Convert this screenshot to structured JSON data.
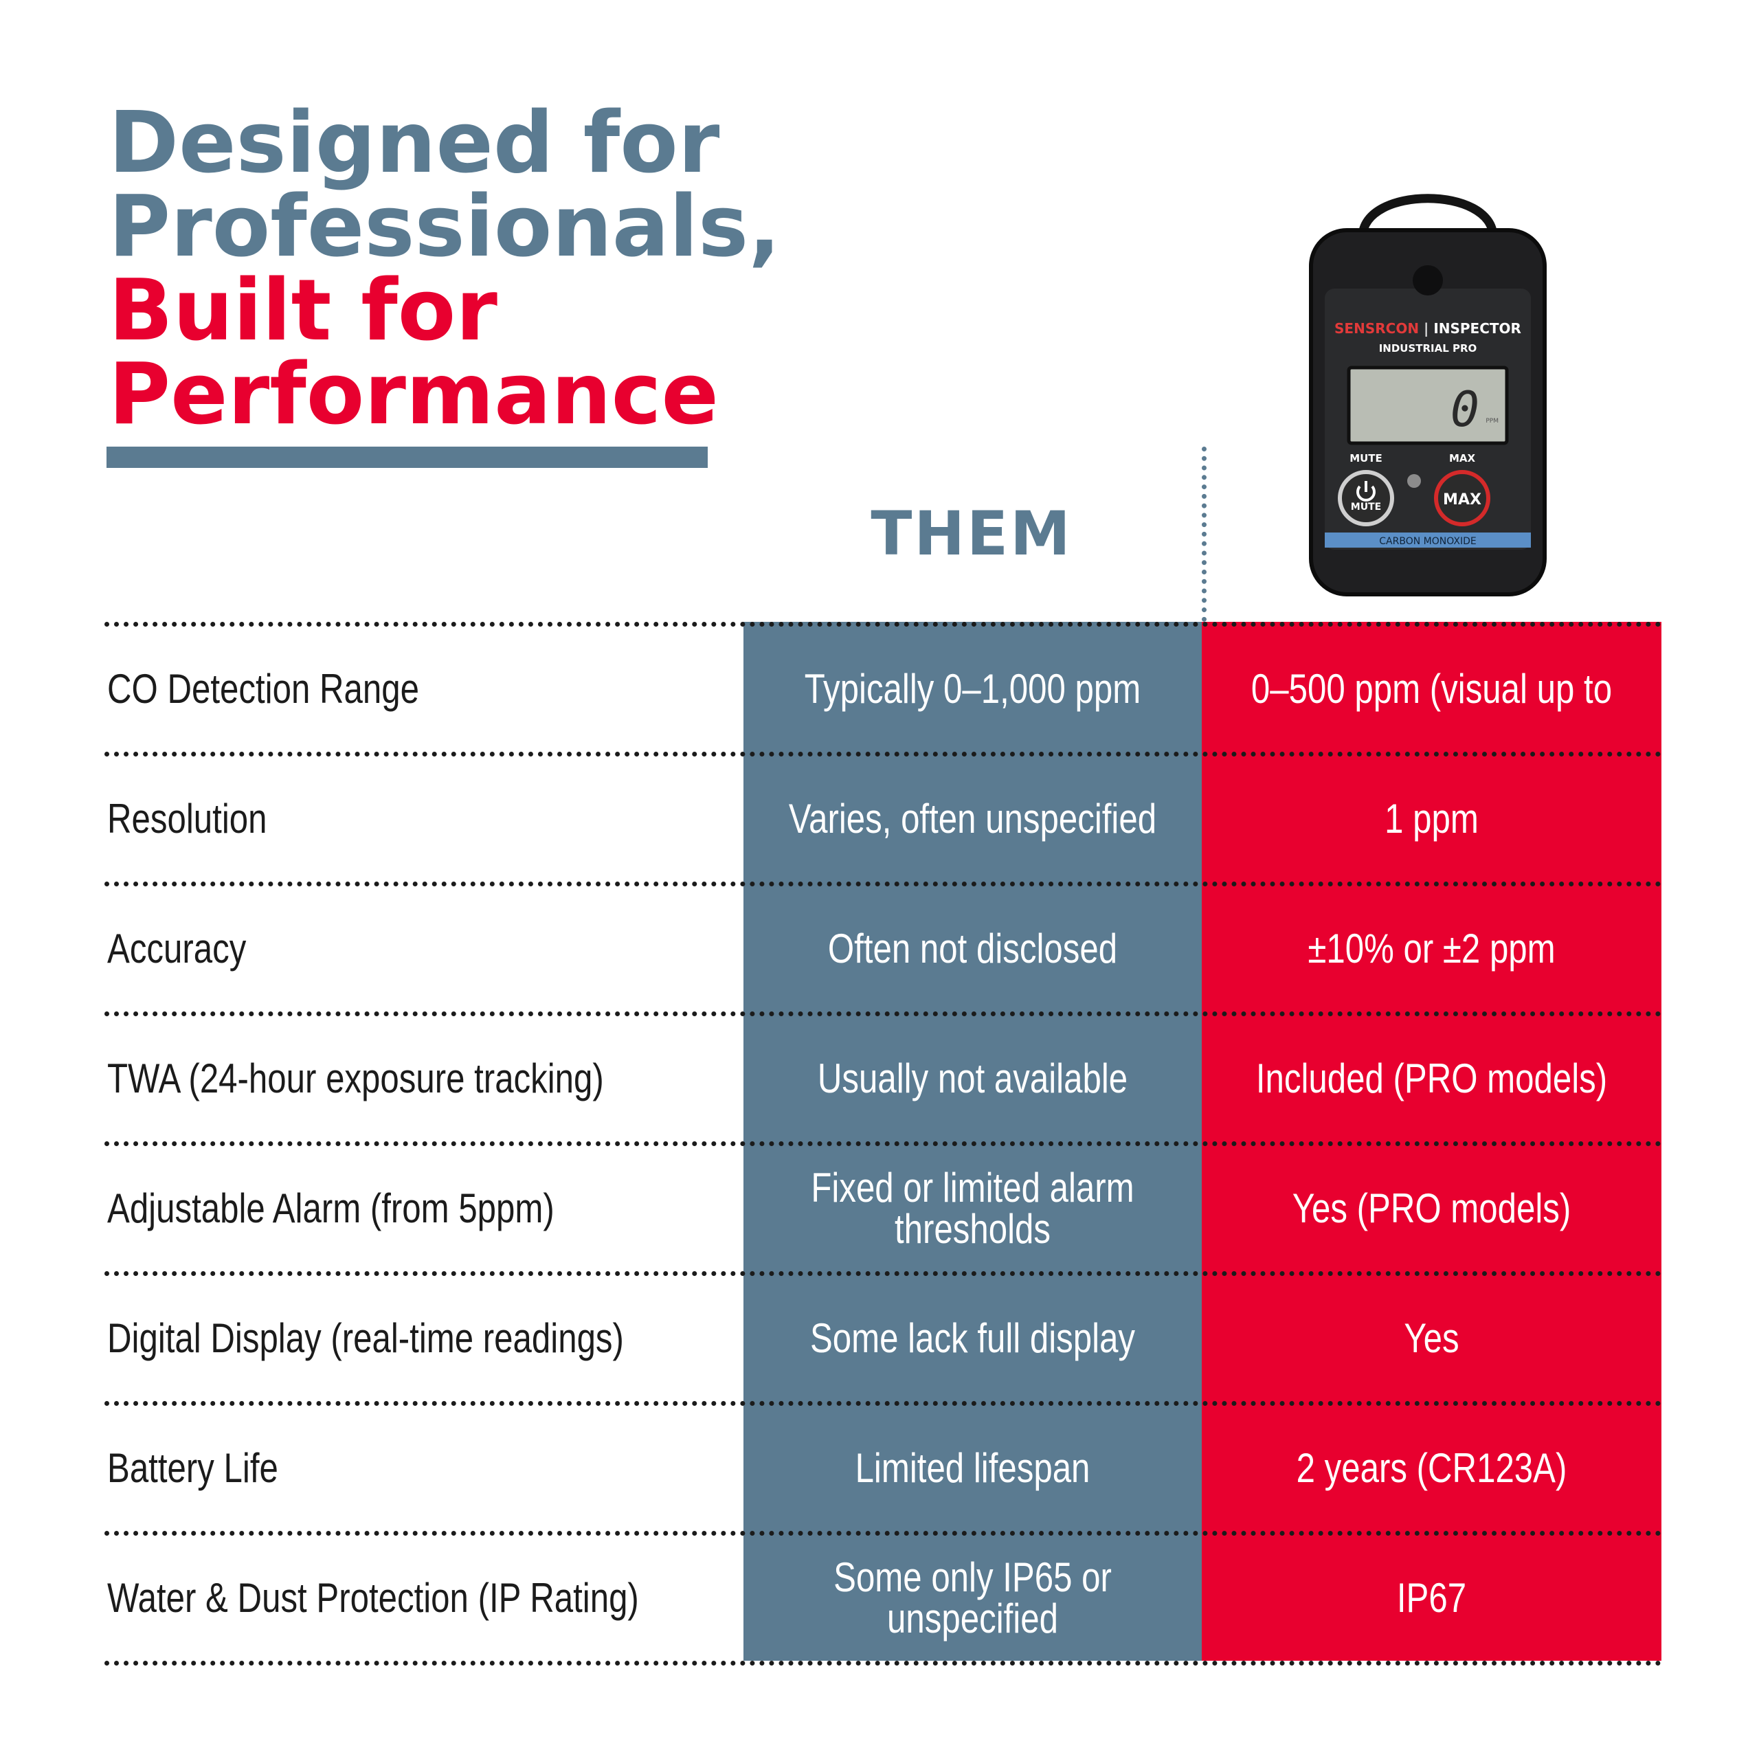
{
  "headline": {
    "line1": "Designed for",
    "line2": "Professionals,",
    "line3": "Built for",
    "line4": "Performance"
  },
  "columns": {
    "them_label": "THEM"
  },
  "colors": {
    "slate": "#5b7b91",
    "red": "#e8002f",
    "text": "#1b1b1b"
  },
  "device": {
    "brand_left": "SENS",
    "brand_mid": "R",
    "brand_right": "CON",
    "model": "INSPECTOR",
    "submodel": "INDUSTRIAL PRO",
    "reading": "0",
    "unit": "PPM",
    "mute_label": "MUTE",
    "max_label": "MAX",
    "mute_button": "MUTE",
    "max_button": "MAX",
    "gas": "CARBON MONOXIDE"
  },
  "rows": [
    {
      "feature": "CO Detection Range",
      "them": "Typically 0–1,000 ppm",
      "us": "0–500 ppm (visual up to"
    },
    {
      "feature": "Resolution",
      "them": "Varies, often unspecified",
      "us": "1 ppm"
    },
    {
      "feature": "Accuracy",
      "them": "Often not disclosed",
      "us": "±10% or ±2 ppm"
    },
    {
      "feature": "TWA (24-hour exposure tracking)",
      "them": "Usually not available",
      "us": "Included (PRO models)"
    },
    {
      "feature": "Adjustable Alarm (from 5ppm)",
      "them": "Fixed or limited alarm thresholds",
      "us": "Yes (PRO models)"
    },
    {
      "feature": "Digital Display (real-time readings)",
      "them": "Some lack full display",
      "us": "Yes"
    },
    {
      "feature": "Battery Life",
      "them": "Limited lifespan",
      "us": "2 years (CR123A)"
    },
    {
      "feature": "Water & Dust Protection (IP Rating)",
      "them": "Some only IP65 or unspecified",
      "us": "IP67"
    }
  ]
}
